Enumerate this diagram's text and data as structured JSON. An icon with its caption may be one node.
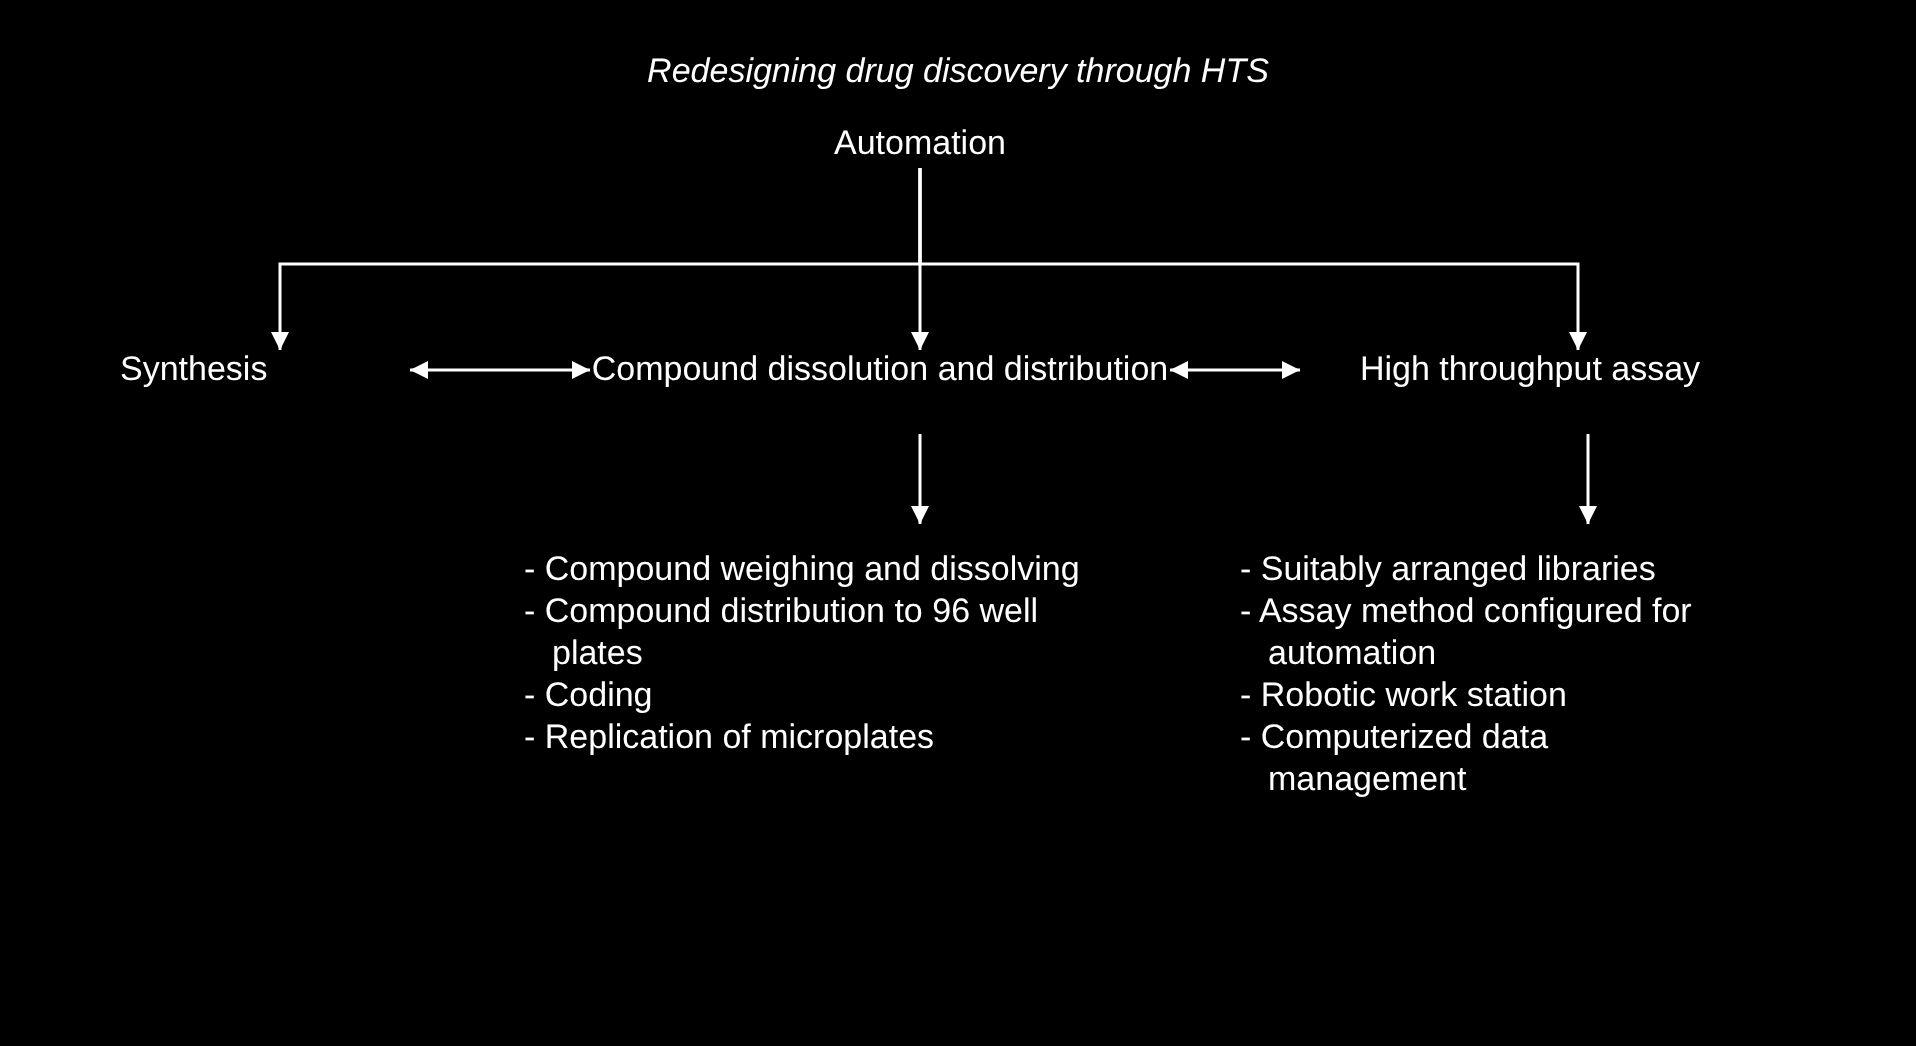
{
  "diagram": {
    "title": "Redesigning drug discovery through HTS",
    "nodes": [
      {
        "text": [
          "Automation"
        ]
      },
      {
        "text": [
          "Synthesis"
        ]
      },
      {
        "text": [
          "Compound dissolution and distribution"
        ]
      },
      {
        "text": [
          "High throughput assay"
        ]
      },
      {
        "text": [
          "- Compound weighing and dissolving",
          "- Compound distribution to 96 well plates",
          "- Coding",
          "- Replication of microplates"
        ]
      },
      {
        "text": [
          "- Suitably arranged libraries",
          "- Assay method configured for automation",
          "- Robotic work station",
          "- Computerized data management"
        ]
      }
    ],
    "edges": [
      {
        "from": 0,
        "to": 1,
        "arrow": "to"
      },
      {
        "from": 0,
        "to": 2,
        "arrow": "to"
      },
      {
        "from": 0,
        "to": 3,
        "arrow": "to"
      },
      {
        "from": 1,
        "to": 2,
        "arrow": "both"
      },
      {
        "from": 2,
        "to": 3,
        "arrow": "both"
      },
      {
        "from": 2,
        "to": 4,
        "arrow": "to"
      },
      {
        "from": 3,
        "to": 5,
        "arrow": "to"
      }
    ]
  }
}
